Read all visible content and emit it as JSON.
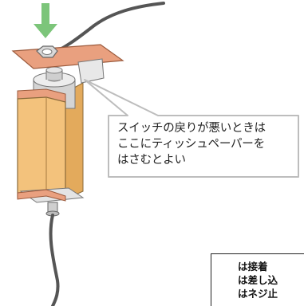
{
  "callout": {
    "lines": [
      "スイッチの戻りが悪いときは",
      "ここにティッシュペーパーを",
      "はさむとよい"
    ]
  },
  "legend": {
    "items": [
      {
        "label": "は接着",
        "color": "#e6007e"
      },
      {
        "label": "は差し込",
        "color": "#009b3e"
      },
      {
        "label": "はネジ止",
        "color": "#00a0e9"
      }
    ]
  },
  "colors": {
    "press_arrow": "#7cc57a",
    "copper": "#e9a07f",
    "cardboard": "#f3c27c",
    "callout_border": "#bdbdbd"
  }
}
